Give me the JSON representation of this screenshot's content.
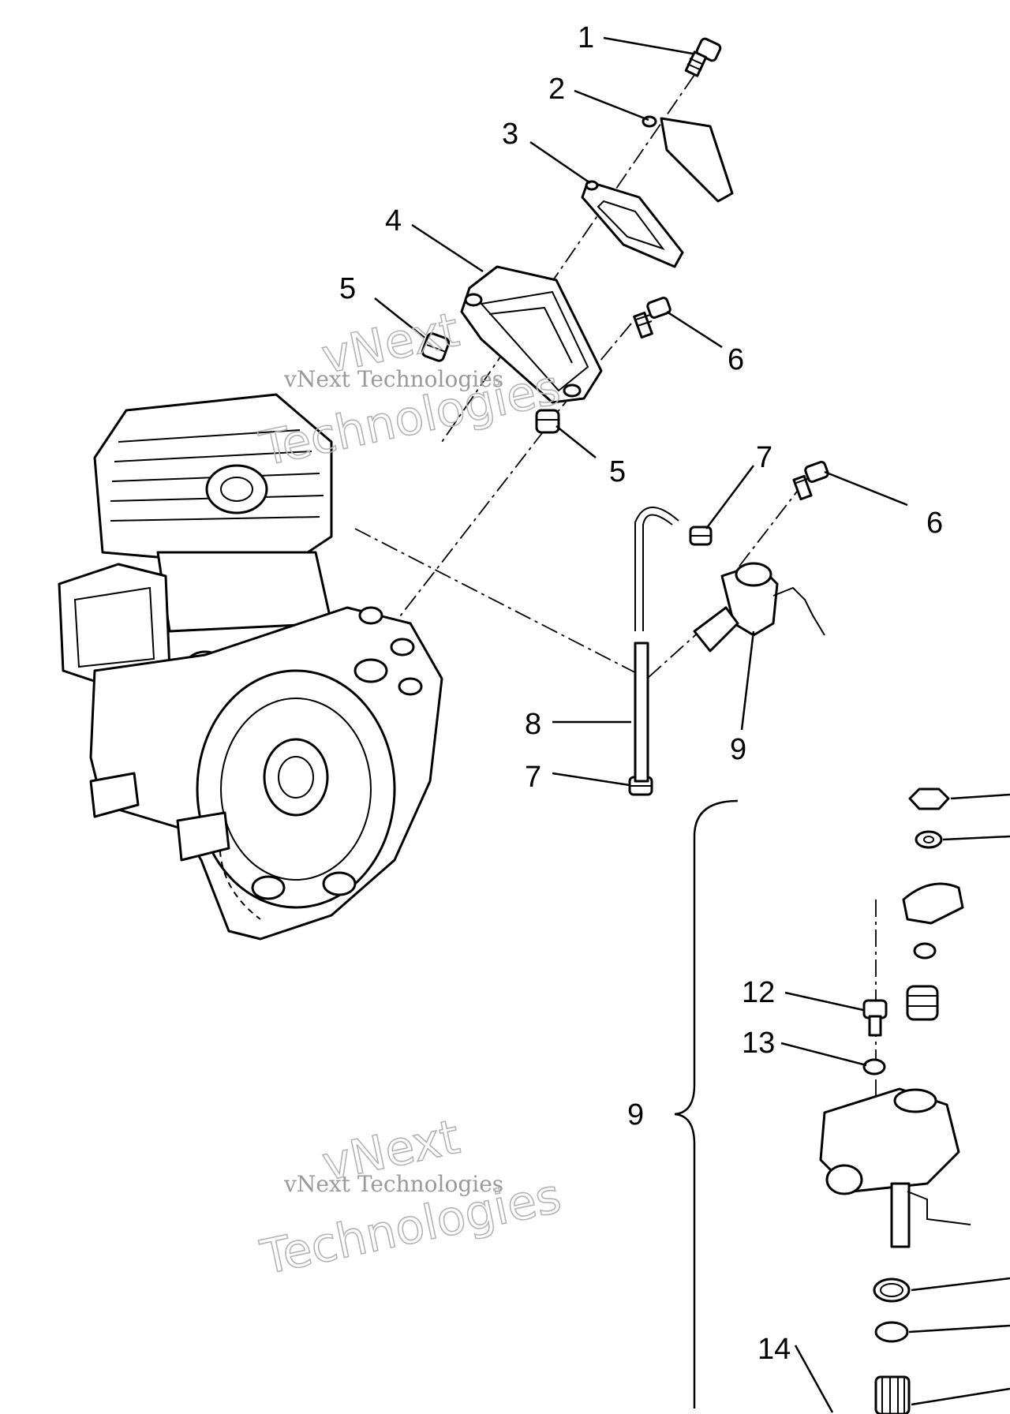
{
  "callouts": {
    "c1": "1",
    "c2": "2",
    "c3": "3",
    "c4": "4",
    "c5a": "5",
    "c5b": "5",
    "c6a": "6",
    "c6b": "6",
    "c7a": "7",
    "c7b": "7",
    "c8": "8",
    "c9a": "9",
    "c9b": "9",
    "c12": "12",
    "c13": "13",
    "c14": "14"
  },
  "watermark": {
    "line_small": "vNext Technologies",
    "line_big_1": "vNext",
    "line_big_2": "Technologies"
  },
  "colors": {
    "ink": "#000000",
    "paper": "#ffffff",
    "watermark": "#b4b4b4"
  }
}
